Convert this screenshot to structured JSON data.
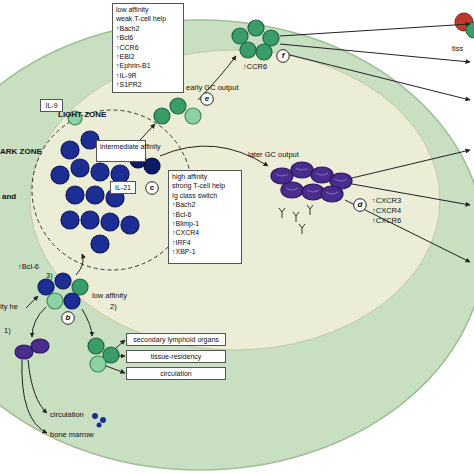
{
  "diagram": {
    "nodes": [
      {
        "text": [
          "low affinity",
          "weak T-cell help",
          "↑Bach2",
          "↑Bcl6",
          "↑CCR6",
          "↑EBI2",
          "↑Ephrin-B1",
          "↑IL-9R",
          "↑S1PR2"
        ]
      },
      {
        "text": [
          "e"
        ]
      },
      {
        "text": [
          "IL-9"
        ]
      },
      {
        "text": [
          "intermediate affinity"
        ]
      },
      {
        "text": [
          "IL-21"
        ]
      },
      {
        "text": [
          "c"
        ]
      },
      {
        "text": [
          "high affinity",
          "strong T-cell help",
          "Ig class switch",
          "↑Bach2",
          "↑Bcl-6",
          "↑Blimp-1",
          "↑CXCR4",
          "↑IRF4",
          "↑XBP-1"
        ]
      },
      {
        "text": [
          "f"
        ]
      },
      {
        "text": [
          "d"
        ]
      },
      {
        "text": [
          "b"
        ]
      },
      {
        "text": [
          "secondary lymphoid organs"
        ]
      },
      {
        "text": [
          "tissue-residency"
        ]
      },
      {
        "text": [
          "circulation"
        ]
      }
    ],
    "labels": [
      "LIGHT ZONE",
      "ARK ZONE",
      "and",
      "early GC output",
      "later GC output",
      "↑CCR6",
      "↑CXCR3",
      "↑CXCR4",
      "↑CXCR6",
      "↑Bcl-6",
      "3)",
      "low affinity",
      "2)",
      "ity he",
      "1)",
      "circulation",
      "bone marrow",
      "tiss"
    ]
  }
}
